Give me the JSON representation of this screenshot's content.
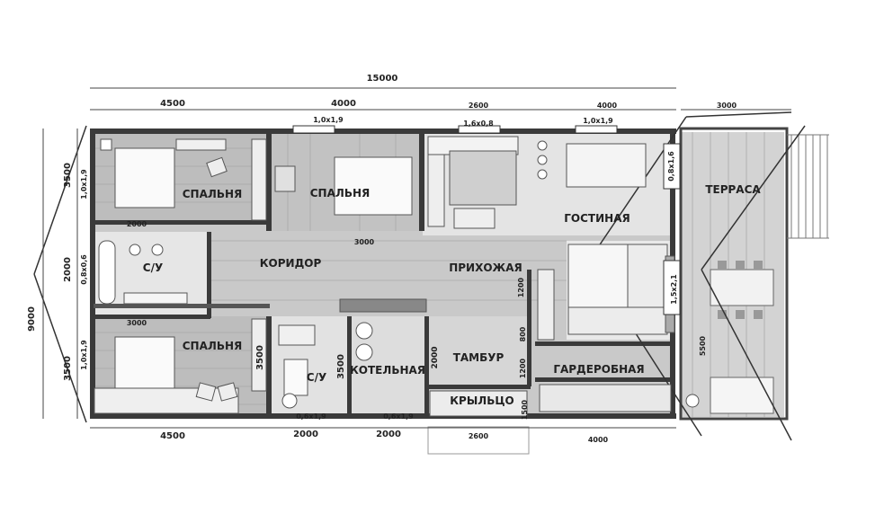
{
  "dimensions": {
    "total_width": "15000",
    "top_left": "4500",
    "top_mid": "4000",
    "top_kitchen": "2600",
    "top_right": "4000",
    "terrace_width": "3000",
    "bottom_left": "4500",
    "bottom_mid1": "2000",
    "bottom_mid2": "2000",
    "porch_width": "2600",
    "bottom_right": "4000",
    "total_height": "9000",
    "left_top": "3500",
    "left_mid": "2000",
    "left_bot": "3500",
    "inner_2000": "2000",
    "corridor_3000": "3000",
    "inner_3000": "3000",
    "wc_3500": "3500",
    "boiler_3500": "3500",
    "boiler_2000": "2000",
    "hall_1200": "1200",
    "vest_800": "800",
    "vest_1200": "1200",
    "porch_1500": "1500",
    "terrace_5500": "5500"
  },
  "windows": {
    "w1": "1,0x1,9",
    "w2": "1,6x0,8",
    "w3": "1,0x1,9",
    "w4": "0,8x1,6",
    "w5": "1,0x1,9",
    "w6": "0,8x0,6",
    "w7": "1,0x1,9",
    "w8": "1,5x2,1",
    "w9": "0,6x1,9",
    "w10": "0,6x1,9"
  },
  "rooms": {
    "bedroom1": "СПАЛЬНЯ",
    "bedroom2": "СПАЛЬНЯ",
    "bedroom3": "СПАЛЬНЯ",
    "bath1": "С/У",
    "bath2": "С/У",
    "corridor": "КОРИДОР",
    "hallway": "ПРИХОЖАЯ",
    "living": "ГОСТИНАЯ",
    "terrace": "ТЕРРАСА",
    "boiler": "КОТЕЛЬНАЯ",
    "vestibule": "ТАМБУР",
    "wardrobe": "ГАРДЕРОБНАЯ",
    "porch": "КРЫЛЬЦО"
  }
}
